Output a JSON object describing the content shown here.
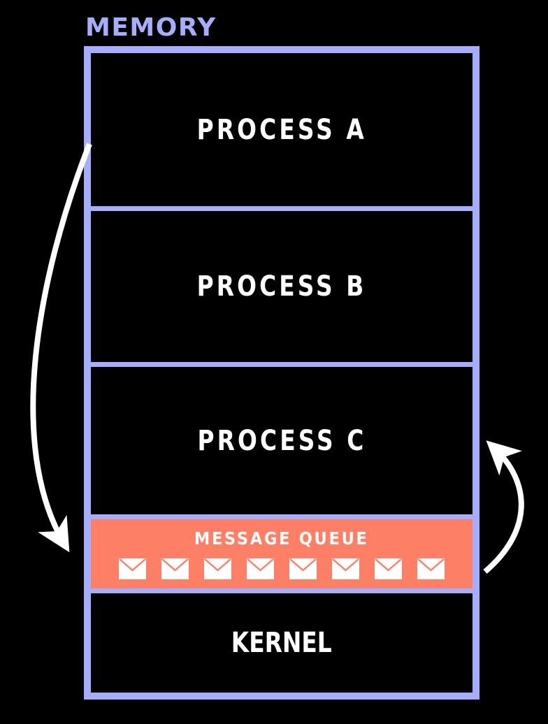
{
  "diagram": {
    "title": "MEMORY",
    "background_color": "#000000",
    "frame_color": "#A6AEFC",
    "queue_color": "#FD7F66",
    "text_color": "#FFFFFF",
    "segments": [
      {
        "id": "process-a",
        "label": "PROCESS A"
      },
      {
        "id": "process-b",
        "label": "PROCESS B"
      },
      {
        "id": "process-c",
        "label": "PROCESS C"
      },
      {
        "id": "message-queue",
        "label": "MESSAGE QUEUE"
      },
      {
        "id": "kernel",
        "label": "KERNEL"
      }
    ],
    "message_queue": {
      "label": "MESSAGE QUEUE",
      "envelope_count": 8,
      "envelope_icon": "envelope-icon",
      "background_color": "#FD7F66"
    },
    "arrows": [
      {
        "id": "arrow-send",
        "icon": "curved-arrow-icon",
        "from": "process-a",
        "to": "message-queue",
        "side": "left",
        "color": "#FFFFFF"
      },
      {
        "id": "arrow-receive",
        "icon": "curved-arrow-icon",
        "from": "message-queue",
        "to": "process-c",
        "side": "right",
        "color": "#FFFFFF"
      }
    ]
  }
}
